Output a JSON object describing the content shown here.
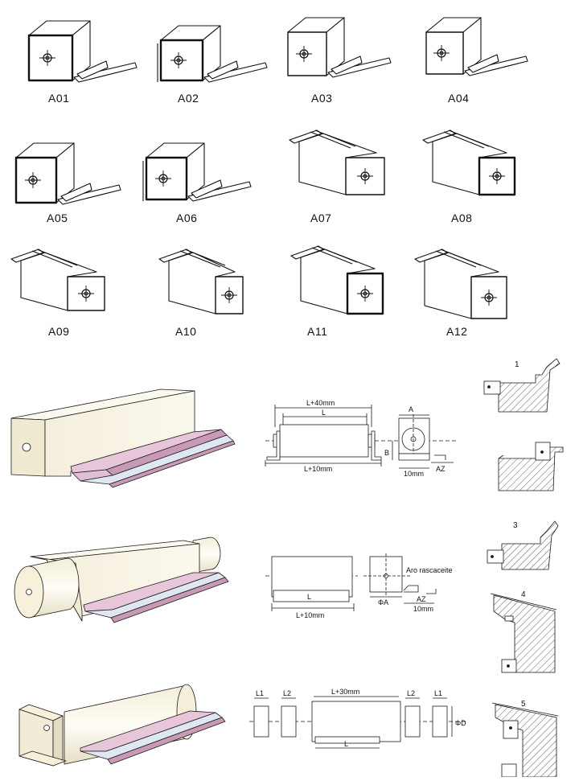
{
  "grid": {
    "labels": [
      "A01",
      "A02",
      "A03",
      "A04",
      "A05",
      "A06",
      "A07",
      "A08",
      "A09",
      "A10",
      "A11",
      "A12"
    ]
  },
  "dims": {
    "r1_top": "L+40mm",
    "r1_L": "L",
    "r1_bottom": "L+10mm",
    "r1_A": "A",
    "r1_B": "B",
    "r1_10mm": "10mm",
    "r1_AZ": "AZ",
    "r2_L": "L",
    "r2_bottom": "L+10mm",
    "r2_aro": "Aro rascaceite",
    "r2_phiA": "ΦA",
    "r2_AZ": "AZ",
    "r2_10mm": "10mm",
    "r3_L1a": "L1",
    "r3_L2a": "L2",
    "r3_top": "L+30mm",
    "r3_L2b": "L2",
    "r3_L1b": "L1",
    "r3_phiD": "ΦD",
    "r3_L": "L"
  },
  "sections": {
    "n1": "1",
    "n3": "3",
    "n4": "4",
    "n5": "5"
  },
  "colors": {
    "stroke": "#1a1a1a",
    "box_fill": "#f6f1e1",
    "pink": "#e8c6d9",
    "pink_dark": "#c99ab6",
    "blue": "#dfe7f3",
    "hatch": "#333333"
  }
}
